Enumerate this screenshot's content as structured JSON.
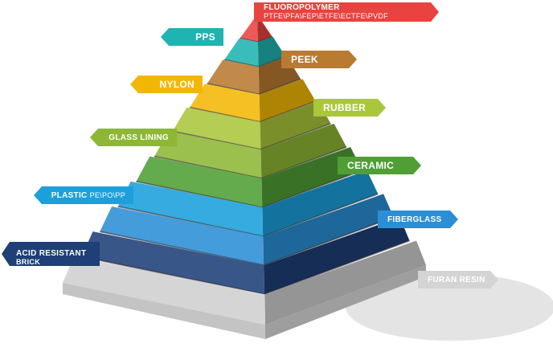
{
  "tiers": [
    {
      "name": "FLUOROPOLYMER",
      "sub": "PTFE\\PFA\\FEP\\ETFE\\ECTFE\\PVDF",
      "color": "#e8433f",
      "side": "right"
    },
    {
      "name": "PPS",
      "sub": "",
      "color": "#1fb3b1",
      "side": "left"
    },
    {
      "name": "PEEK",
      "sub": "",
      "color": "#b97a31",
      "side": "right"
    },
    {
      "name": "NYLON",
      "sub": "",
      "color": "#f2b705",
      "side": "left"
    },
    {
      "name": "RUBBER",
      "sub": "",
      "color": "#aac63a",
      "side": "right"
    },
    {
      "name": "GLASS LINING",
      "sub": "",
      "color": "#8db735",
      "side": "left"
    },
    {
      "name": "CERAMIC",
      "sub": "",
      "color": "#4f9f36",
      "side": "right"
    },
    {
      "name": "PLASTIC",
      "sub": "PE\\PO\\PP",
      "color": "#1ba0dc",
      "side": "left"
    },
    {
      "name": "FIBERGLASS",
      "sub": "",
      "color": "#2a8fd6",
      "side": "right"
    },
    {
      "name": "ACID RESISTANT",
      "sub": "BRICK",
      "color": "#1e3f78",
      "side": "left"
    },
    {
      "name": "FURAN RESIN",
      "sub": "",
      "color": "#cfcfcf",
      "side": "right"
    }
  ]
}
